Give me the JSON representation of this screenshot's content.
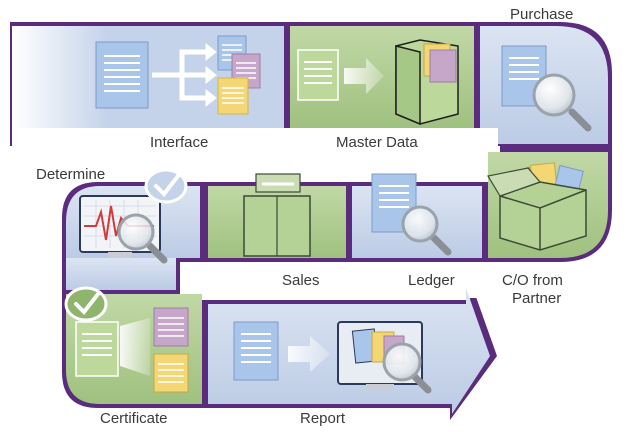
{
  "labels": {
    "interface": "Interface",
    "master_data": "Master Data",
    "purchase": "Purchase",
    "determine": "Determine",
    "sales": "Sales",
    "ledger": "Ledger",
    "co_from_partner_line1": "C/O from",
    "co_from_partner_line2": "Partner",
    "certificate": "Certificate",
    "report": "Report"
  },
  "colors": {
    "purple": "#5b2c7e",
    "blue_tile": "#c4d3ea",
    "blue_tile_light": "#dfe7f4",
    "green_tile": "#acc98d",
    "green_tile_light": "#c9dcb3",
    "document": "#a9c6ea",
    "doc_pink": "#c6a6c9",
    "doc_yellow": "#f3d774",
    "doc_green": "#bcd99b",
    "arrow": "#7ba1d6"
  },
  "icons": [
    "document-distribution-icon",
    "folder-icon",
    "magnifier-icon",
    "monitor-chart-icon",
    "check-badge-icon",
    "open-box-icon",
    "binder-icon"
  ]
}
